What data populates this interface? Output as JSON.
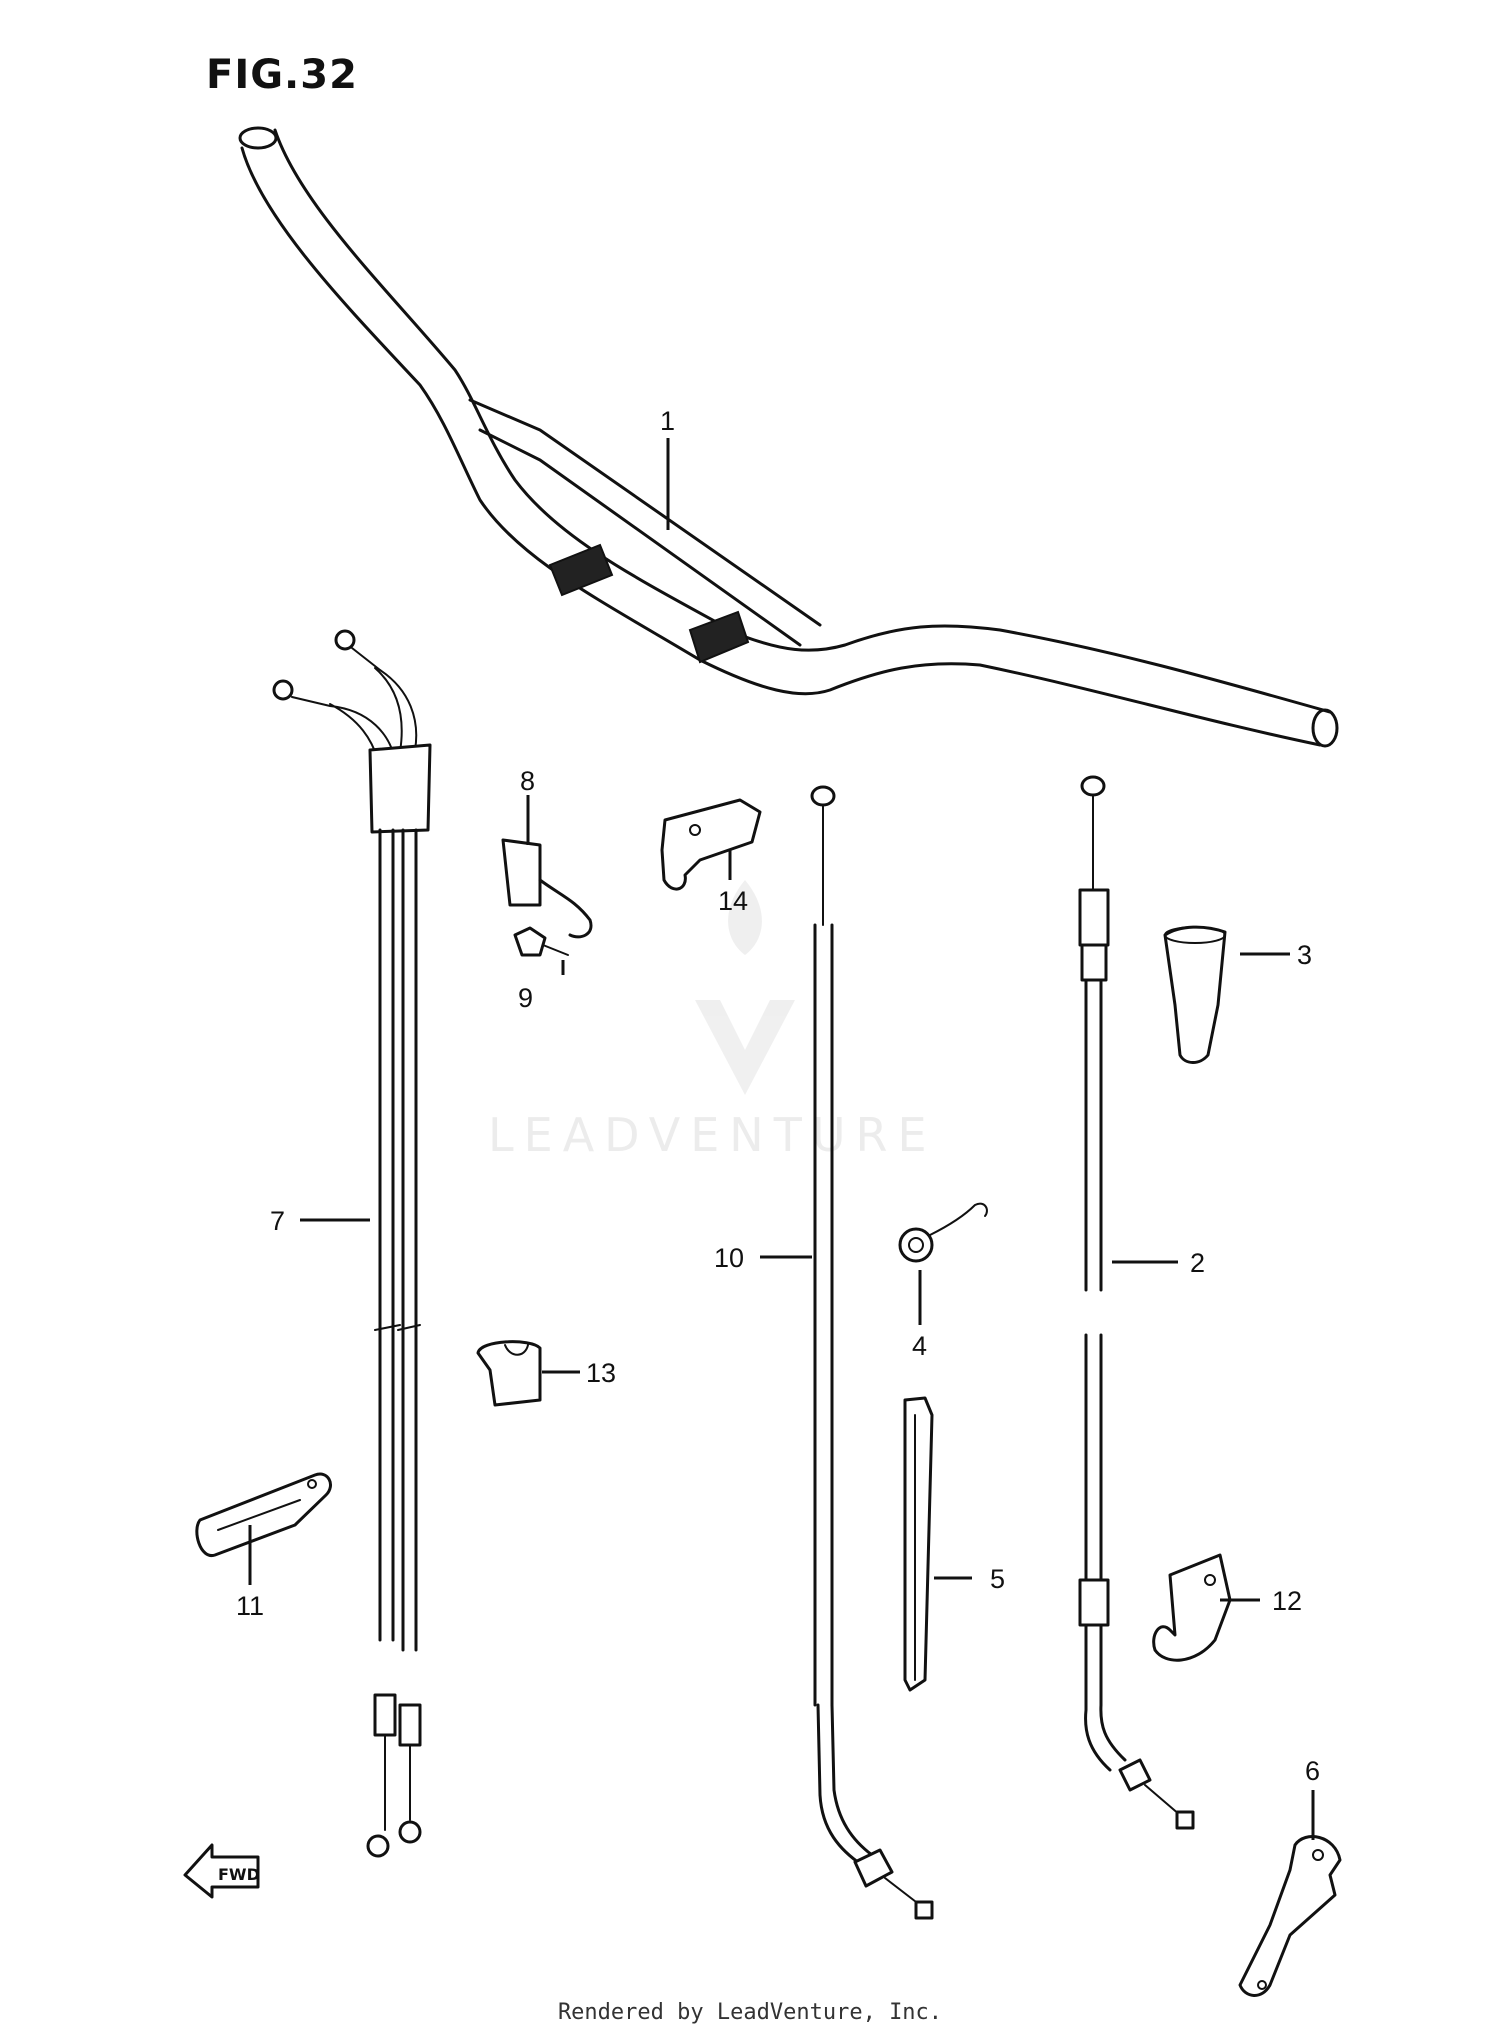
{
  "figure": {
    "title": "FIG.32"
  },
  "watermark": {
    "text": "LEADVENTURE"
  },
  "footer": {
    "text": "Rendered by LeadVenture, Inc."
  },
  "direction_marker": {
    "text": "FWD"
  },
  "callouts": [
    {
      "id": "1",
      "label": "1"
    },
    {
      "id": "2",
      "label": "2"
    },
    {
      "id": "3",
      "label": "3"
    },
    {
      "id": "4",
      "label": "4"
    },
    {
      "id": "5",
      "label": "5"
    },
    {
      "id": "6",
      "label": "6"
    },
    {
      "id": "7",
      "label": "7"
    },
    {
      "id": "8",
      "label": "8"
    },
    {
      "id": "9",
      "label": "9"
    },
    {
      "id": "10",
      "label": "10"
    },
    {
      "id": "11",
      "label": "11"
    },
    {
      "id": "12",
      "label": "12"
    },
    {
      "id": "13",
      "label": "13"
    },
    {
      "id": "14",
      "label": "14"
    }
  ]
}
